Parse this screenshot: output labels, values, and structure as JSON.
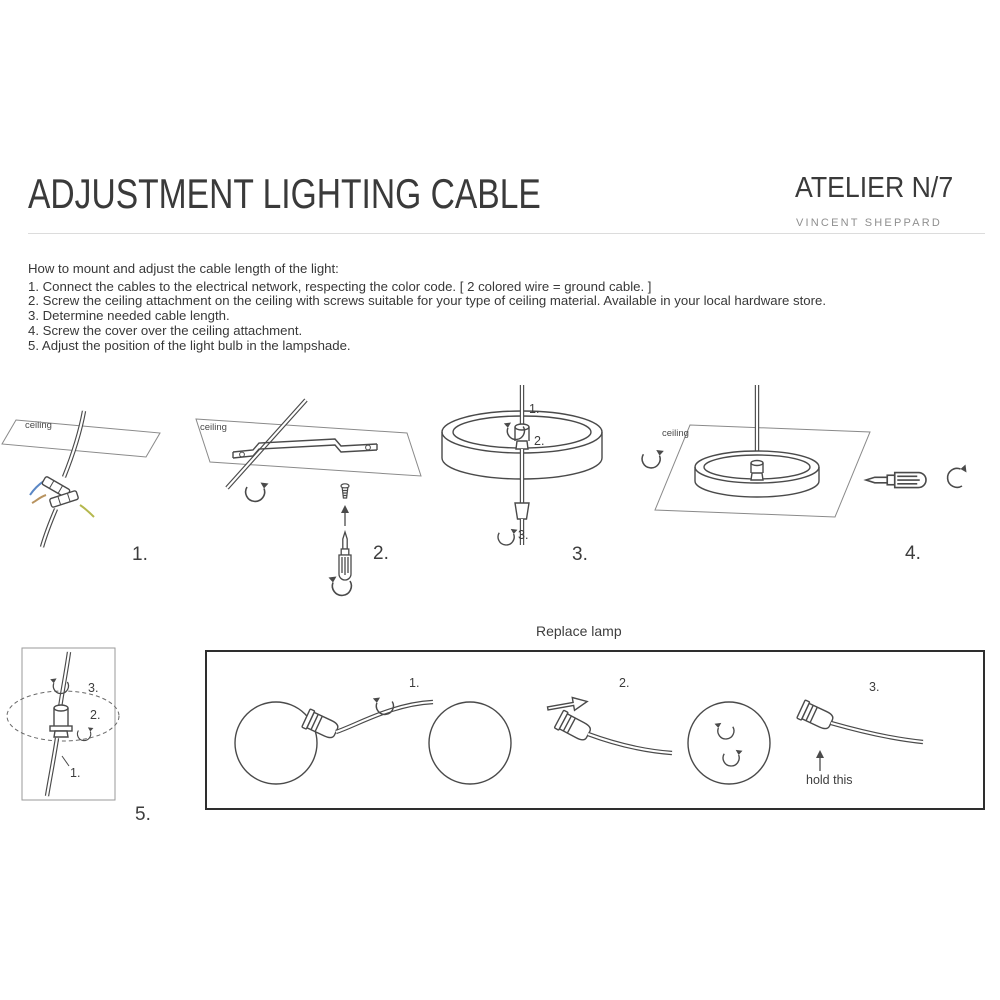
{
  "header": {
    "title": "ADJUSTMENT LIGHTING CABLE",
    "brand_name": "ATELIER N/7",
    "brand_subtitle": "VINCENT SHEPPARD"
  },
  "instructions": {
    "intro": "How to mount and adjust the cable length of the light:",
    "steps": [
      "1. Connect the cables to the electrical network, respecting the color code. [ 2 colored wire = ground cable. ]",
      "2. Screw the ceiling attachment on the ceiling with screws suitable for your type of ceiling material. Available in  your local hardware store.",
      "3. Determine needed cable length.",
      "4. Screw the cover over the ceiling attachment.",
      "5. Adjust the position of the light bulb in the lampshade."
    ]
  },
  "diagram_steps": {
    "step1": {
      "number": "1.",
      "ceiling_label": "ceiling"
    },
    "step2": {
      "number": "2.",
      "ceiling_label": "ceiling"
    },
    "step3": {
      "number": "3.",
      "substep1": "1.",
      "substep2": "2.",
      "substep3": "3."
    },
    "step4": {
      "number": "4.",
      "ceiling_label": "ceiling"
    },
    "step5": {
      "number": "5.",
      "substep1": "1.",
      "substep2": "2.",
      "substep3": "3."
    }
  },
  "replace_lamp": {
    "title": "Replace lamp",
    "substep1": "1.",
    "substep2": "2.",
    "substep3": "3.",
    "hold_label": "hold this"
  },
  "colors": {
    "line": "#4a4a4a",
    "text": "#3d3d3d",
    "wire_blue": "#5b87c5",
    "wire_yellow": "#b5b84e",
    "wire_brown": "#b8935f"
  }
}
